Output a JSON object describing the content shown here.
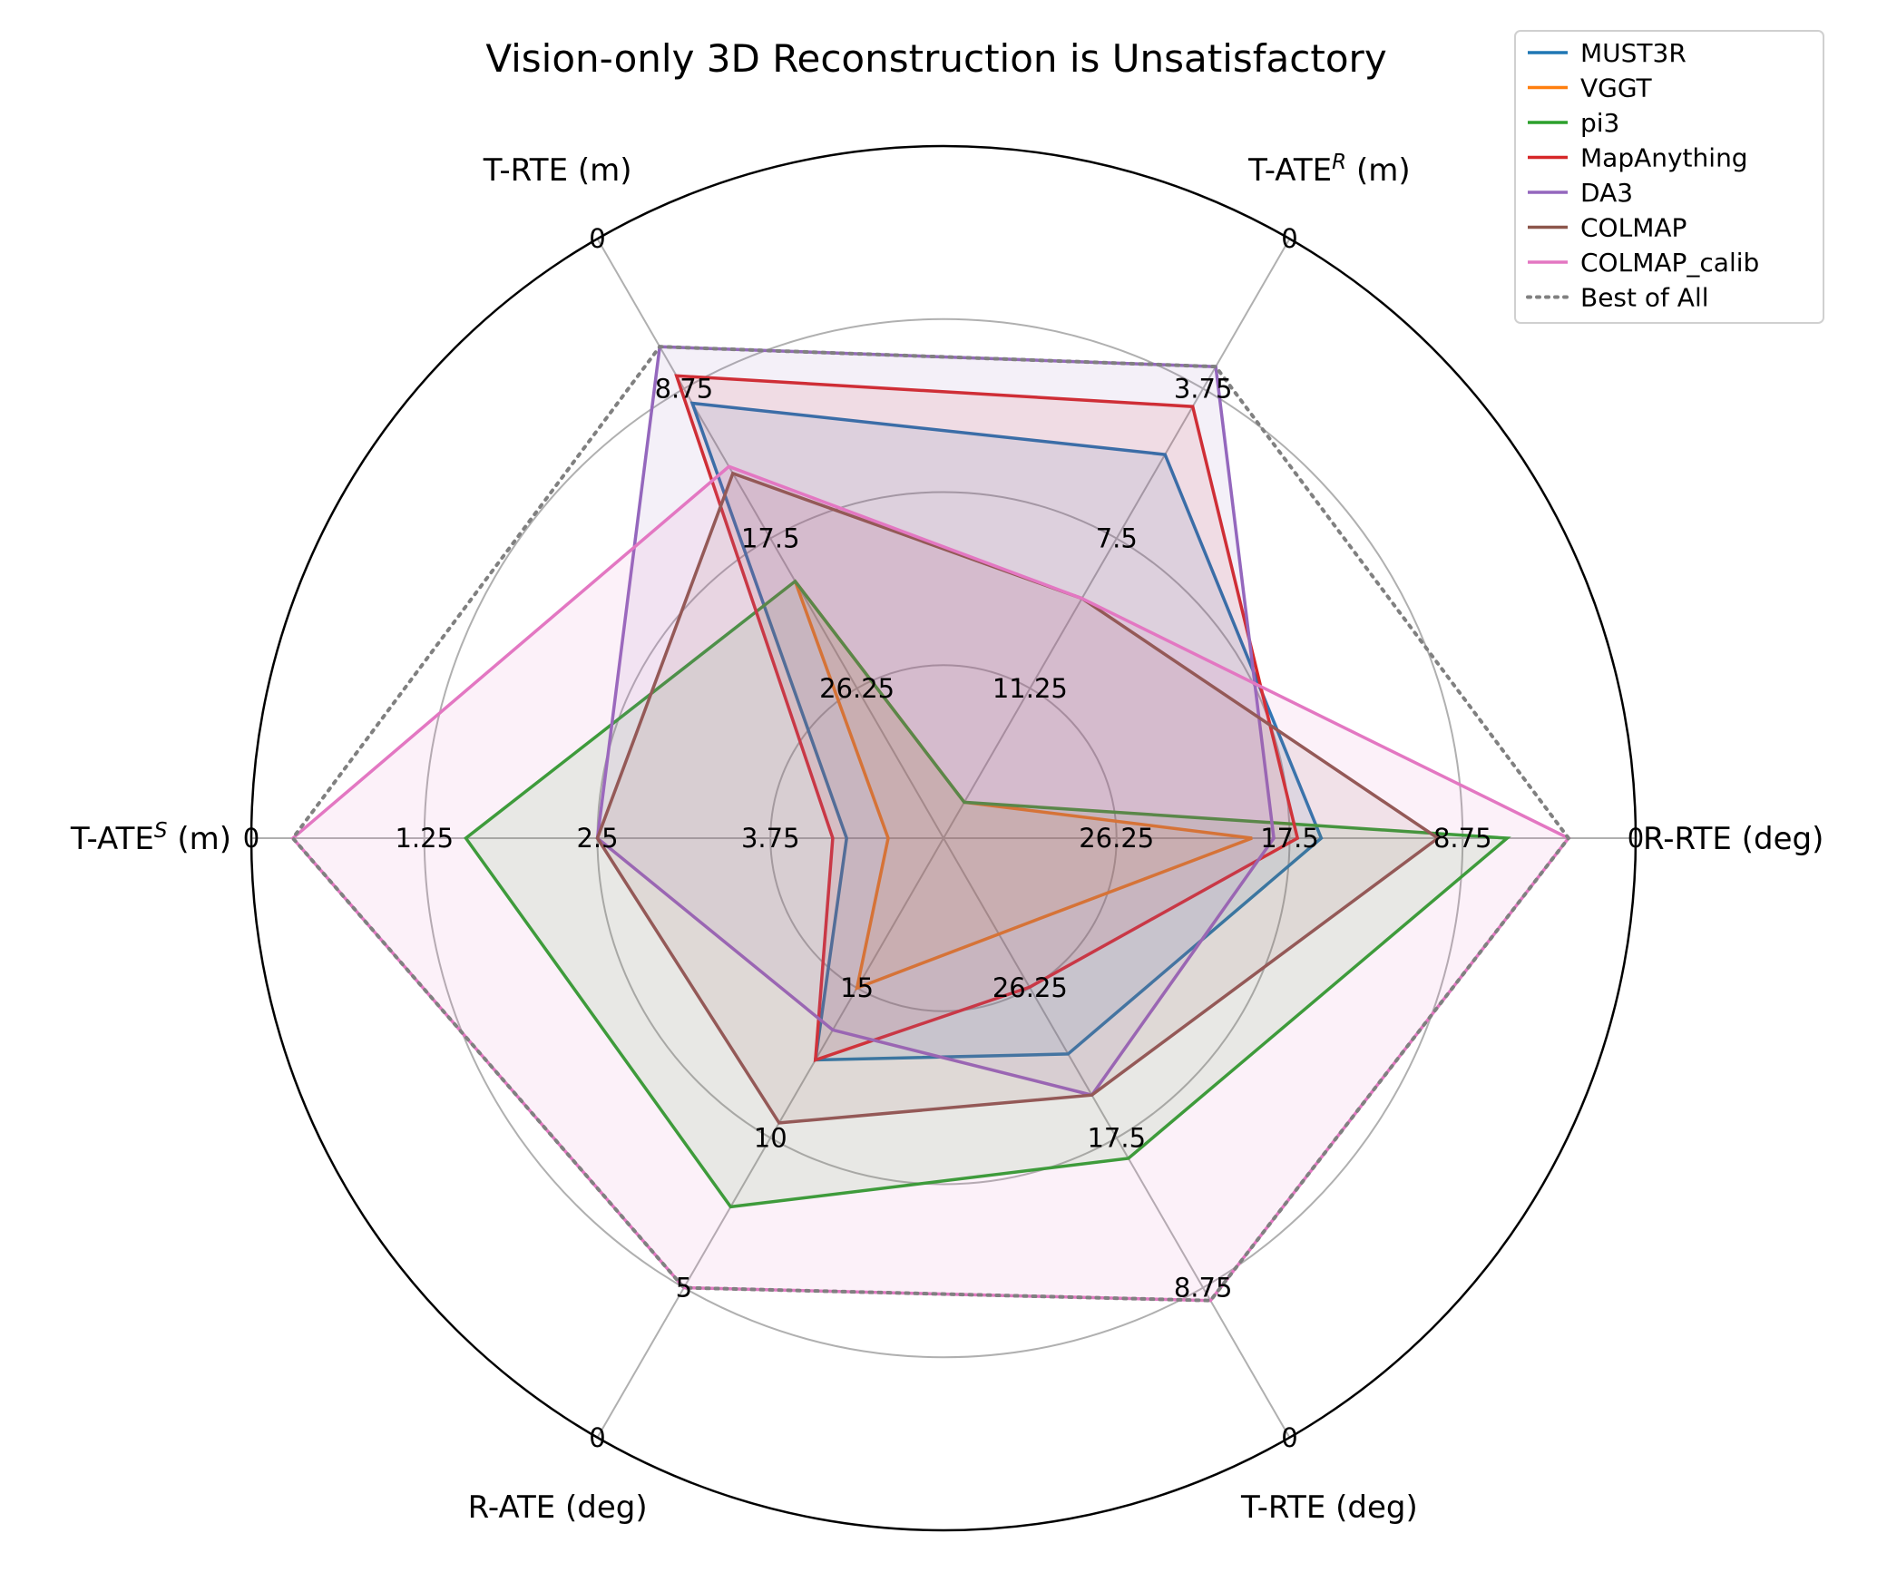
{
  "chart_data": {
    "type": "radar",
    "title": "Vision-only 3D Reconstruction is Unsatisfactory",
    "axes": [
      {
        "label": "R-RTE (deg)",
        "ticks": [
          "0",
          "8.75",
          "17.5",
          "26.25"
        ],
        "range": [
          0,
          35
        ],
        "inverted": true
      },
      {
        "label": "T-ATE^R (m)",
        "ticks": [
          "0",
          "3.75",
          "7.5",
          "11.25"
        ],
        "range": [
          0,
          15
        ],
        "inverted": true
      },
      {
        "label": "T-RTE (m)",
        "ticks": [
          "0",
          "8.75",
          "17.5",
          "26.25"
        ],
        "range": [
          0,
          35
        ],
        "inverted": true
      },
      {
        "label": "T-ATE^S (m)",
        "ticks": [
          "0",
          "1.25",
          "2.5",
          "3.75"
        ],
        "range": [
          0,
          5
        ],
        "inverted": true
      },
      {
        "label": "R-ATE (deg)",
        "ticks": [
          "0",
          "5",
          "10",
          "15"
        ],
        "range": [
          0,
          20
        ],
        "inverted": true
      },
      {
        "label": "T-RTE (deg)",
        "ticks": [
          "0",
          "8.75",
          "17.5",
          "26.25"
        ],
        "range": [
          0,
          35
        ],
        "inverted": true
      }
    ],
    "series": [
      {
        "name": "MUST3R",
        "color": "#1f77b4",
        "values": [
          15.9,
          5.4,
          9.6,
          4.3,
          12.6,
          22.4
        ]
      },
      {
        "name": "VGGT",
        "color": "#ff7f0e",
        "values": [
          19.4,
          14.1,
          20.0,
          4.6,
          15.0,
          29.4
        ]
      },
      {
        "name": "pi3",
        "color": "#2ca02c",
        "values": [
          6.5,
          14.1,
          20.0,
          1.55,
          7.7,
          16.3
        ]
      },
      {
        "name": "MapAnything",
        "color": "#d62728",
        "values": [
          17.1,
          4.2,
          8.0,
          4.2,
          12.6,
          26.3
        ]
      },
      {
        "name": "DA3",
        "color": "#9467bd",
        "values": [
          18.3,
          3.2,
          6.3,
          2.5,
          13.6,
          20.0
        ]
      },
      {
        "name": "COLMAP",
        "color": "#8c564b",
        "values": [
          10.0,
          9.0,
          13.7,
          2.5,
          10.5,
          20.0
        ]
      },
      {
        "name": "COLMAP_calib",
        "color": "#e377c2",
        "values": [
          3.4,
          9.0,
          13.3,
          0.3,
          5.0,
          8.0
        ]
      },
      {
        "name": "Best of All",
        "color": "#808080",
        "dashed": true,
        "values": [
          3.4,
          3.2,
          6.3,
          0.3,
          5.0,
          8.0
        ]
      }
    ],
    "legend_position": "top-right",
    "grid": true
  }
}
